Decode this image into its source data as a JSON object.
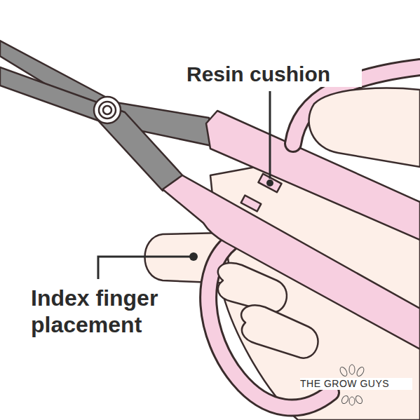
{
  "diagram": {
    "labels": [
      "Resin cushion",
      "Index finger placement",
      "THE GROW GUYS"
    ]
  }
}
